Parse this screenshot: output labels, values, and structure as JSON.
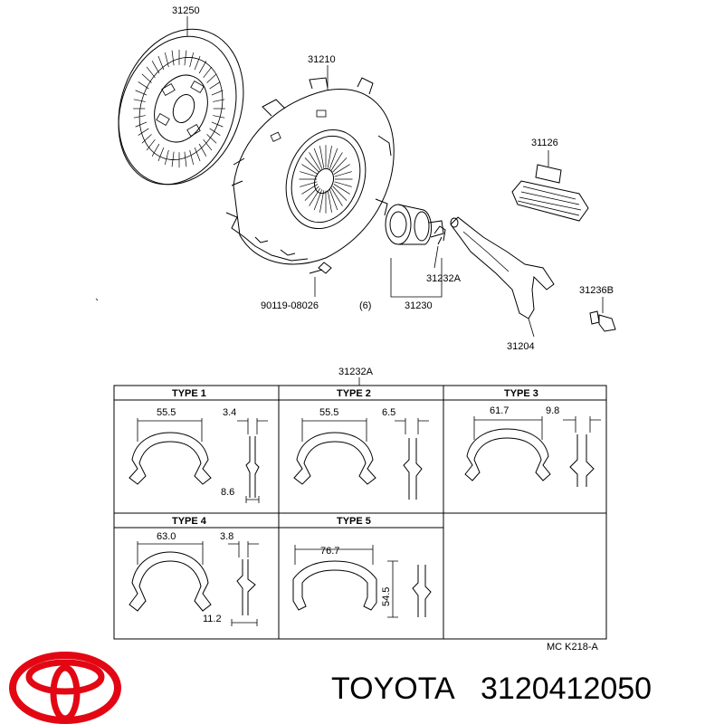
{
  "parts": {
    "disc": "31250",
    "cover": "31210",
    "boot": "31126",
    "clip": "31232A",
    "bolt": "90119-08026",
    "bolt_qty": "(6)",
    "bearing": "31230",
    "fork_bolt": "31236B",
    "fork": "31204"
  },
  "table": {
    "title": "31232A",
    "types": [
      {
        "label": "TYPE 1",
        "width": "55.5",
        "thickness": "3.4",
        "depth": "8.6"
      },
      {
        "label": "TYPE 2",
        "width": "55.5",
        "thickness": "6.5"
      },
      {
        "label": "TYPE 3",
        "width": "61.7",
        "thickness": "9.8"
      },
      {
        "label": "TYPE 4",
        "width": "63.0",
        "thickness": "3.8",
        "depth": "11.2"
      },
      {
        "label": "TYPE 5",
        "width": "76.7",
        "height": "54.5"
      }
    ]
  },
  "ref_code": "MC K218-A",
  "brand": {
    "name": "TOYOTA",
    "part_number": "3120412050",
    "logo_color": "#e30613"
  }
}
